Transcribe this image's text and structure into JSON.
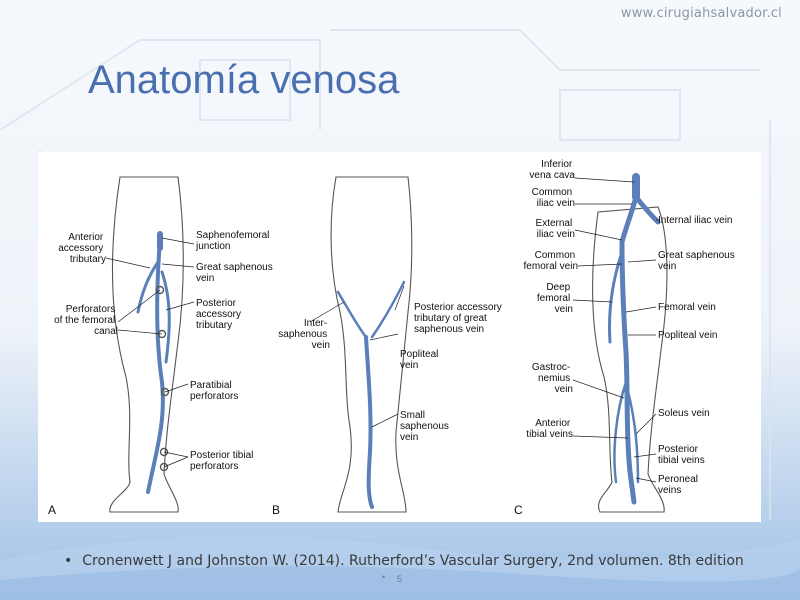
{
  "header": {
    "url": "www.cirugiahsalvador.cl",
    "title": "Anatomía venosa"
  },
  "figure": {
    "panel_a": {
      "letter": "A",
      "labels": [
        [
          "Anterior",
          "accessory",
          "tributary"
        ],
        [
          "Perforators",
          "of the femoral",
          "canal"
        ],
        [
          "Saphenofemoral",
          "junction"
        ],
        [
          "Great saphenous",
          "vein"
        ],
        [
          "Posterior",
          "accessory",
          "tributary"
        ],
        [
          "Paratibial",
          "perforators"
        ],
        [
          "Posterior tibial",
          "perforators"
        ]
      ]
    },
    "panel_b": {
      "letter": "B",
      "labels": [
        [
          "Inter-",
          "saphenous",
          "vein"
        ],
        [
          "Posterior accessory",
          "tributary of great",
          "saphenous vein"
        ],
        [
          "Popliteal",
          "vein"
        ],
        [
          "Small",
          "saphenous",
          "vein"
        ]
      ]
    },
    "panel_c": {
      "letter": "C",
      "labels": [
        [
          "Inferior",
          "vena cava"
        ],
        [
          "Common",
          "iliac vein"
        ],
        [
          "External",
          "iliac vein"
        ],
        [
          "Common",
          "femoral vein"
        ],
        [
          "Deep",
          "femoral",
          "vein"
        ],
        [
          "Gastroc-",
          "nemius",
          "vein"
        ],
        [
          "Anterior",
          "tibial veins"
        ],
        [
          "Internal iliac vein"
        ],
        [
          "Great saphenous",
          "vein"
        ],
        [
          "Femoral vein"
        ],
        [
          "Popliteal vein"
        ],
        [
          "Soleus vein"
        ],
        [
          "Posterior",
          "tibial veins"
        ],
        [
          "Peroneal",
          "veins"
        ]
      ]
    }
  },
  "footer": {
    "bullet": "•",
    "citation": "Cronenwett J and Johnston W. (2014). Rutherford’s Vascular Surgery, 2nd volumen. 8th edition",
    "page_bullet": "•",
    "page_number": "5"
  }
}
